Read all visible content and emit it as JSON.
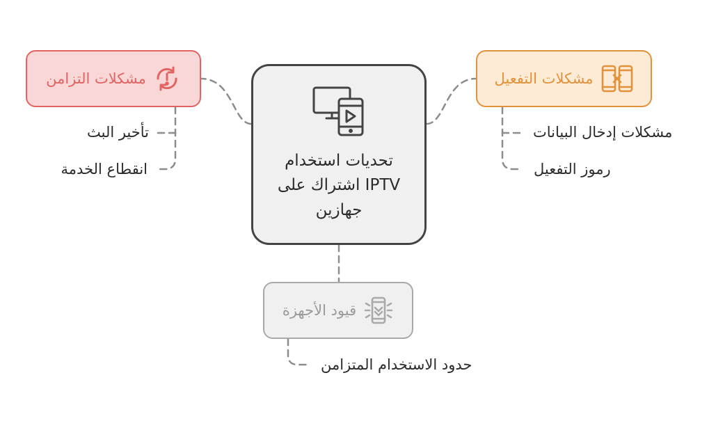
{
  "center": {
    "title": "تحديات استخدام IPTV اشتراك على جهازين",
    "icon": "tv-phone-play-icon"
  },
  "sync_issues": {
    "label": "مشكلات التزامن",
    "icon": "sync-alert-icon",
    "color": "#e06464",
    "fill": "#fad7d7",
    "items": [
      "تأخير البث",
      "انقطاع الخدمة"
    ]
  },
  "activation_issues": {
    "label": "مشكلات التفعيل",
    "icon": "phones-x-icon",
    "color": "#e0923c",
    "fill": "#fdebd6",
    "items": [
      "مشكلات إدخال البيانات",
      "رموز التفعيل"
    ]
  },
  "device_limits": {
    "label": "قيود الأجهزة",
    "icon": "device-limit-icon",
    "color": "#a9a9a9",
    "fill": "#f0f0f0",
    "items": [
      "حدود الاستخدام المتزامن"
    ]
  }
}
